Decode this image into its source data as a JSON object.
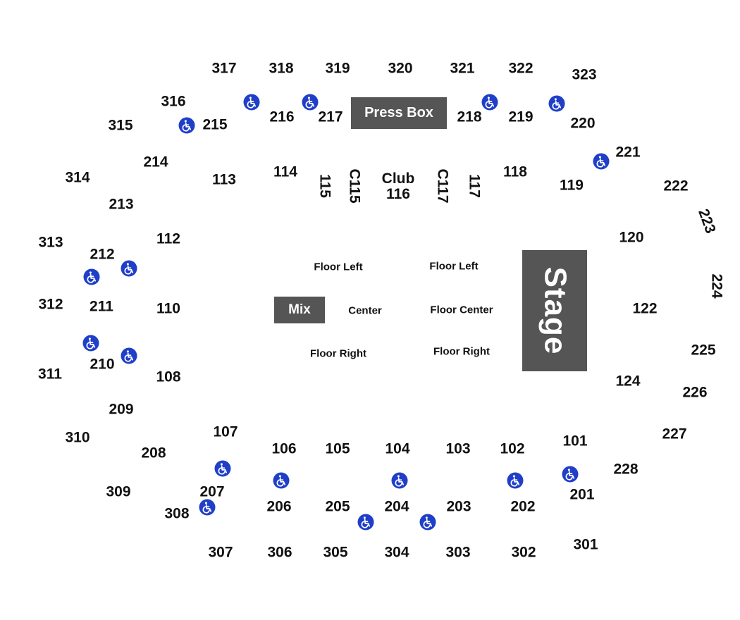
{
  "venue": {
    "press_box": "Press Box",
    "stage": "Stage",
    "mix": "Mix",
    "club_line1": "Club",
    "club_line2": "116",
    "accessible_icon": "wheelchair-icon",
    "colors": {
      "accessible": "#1f3fc8",
      "block": "#555555",
      "text": "#111111"
    }
  },
  "sections": [
    "317",
    "318",
    "319",
    "320",
    "321",
    "322",
    "323",
    "316",
    "315",
    "314",
    "313",
    "312",
    "311",
    "310",
    "309",
    "308",
    "307",
    "306",
    "305",
    "304",
    "303",
    "302",
    "301",
    "215",
    "216",
    "217",
    "218",
    "219",
    "220",
    "221",
    "222",
    "223",
    "224",
    "225",
    "226",
    "227",
    "228",
    "214",
    "213",
    "212",
    "211",
    "210",
    "209",
    "208",
    "207",
    "206",
    "205",
    "204",
    "203",
    "202",
    "201",
    "113",
    "114",
    "115",
    "C115",
    "C117",
    "117",
    "118",
    "119",
    "112",
    "110",
    "108",
    "107",
    "106",
    "105",
    "104",
    "103",
    "102",
    "101",
    "120",
    "122",
    "124"
  ],
  "floor_sections": [
    "Floor Left",
    "Floor Left",
    "Center",
    "Floor Center",
    "Floor Right",
    "Floor Right"
  ]
}
